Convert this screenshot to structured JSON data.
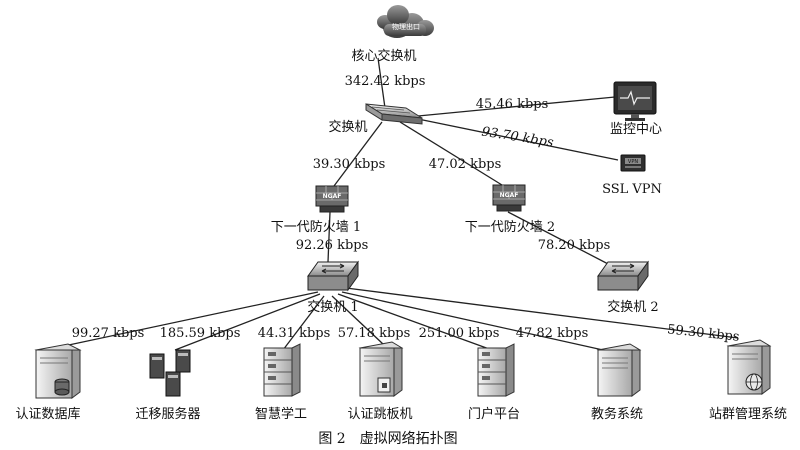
{
  "nodes": {
    "core": "核心交换机",
    "cloud": "物理出口",
    "switch": "交换机",
    "monitor": "监控中心",
    "vpn": "SSL VPN",
    "vpn_badge": "VPN",
    "fw1": "下一代防火墙 1",
    "fw2": "下一代防火墙 2",
    "fw_badge": "NGAF",
    "switch1": "交换机 1",
    "switch2": "交换机 2",
    "srv_auth_db": "认证数据库",
    "srv_migration": "迁移服务器",
    "srv_smart": "智慧学工",
    "srv_jump": "认证跳板机",
    "srv_portal": "门户平台",
    "srv_academic": "教务系统",
    "srv_site": "站群管理系统"
  },
  "rates": {
    "core_uplink": "342.42 kbps",
    "monitor": "45.46 kbps",
    "vpn": "93.70 kbps",
    "fw1": "39.30 kbps",
    "fw2": "47.02 kbps",
    "fw1_down": "92.26 kbps",
    "fw2_down": "78.20 kbps",
    "auth_db": "99.27 kbps",
    "migration": "185.59 kbps",
    "smart": "44.31 kbps",
    "jump": "57.18 kbps",
    "portal": "251.00 kbps",
    "academic": "47.82 kbps",
    "site": "59.30 kbps"
  },
  "caption": "图 2　虚拟网络拓扑图"
}
